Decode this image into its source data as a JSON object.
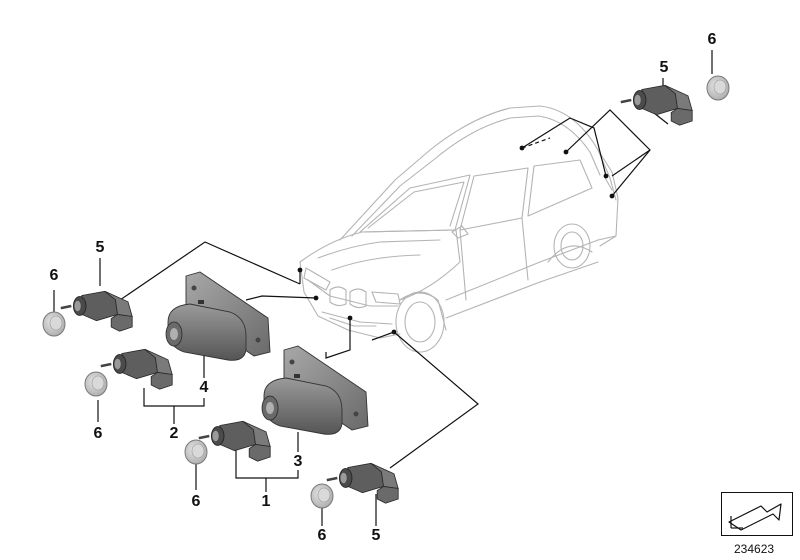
{
  "diagram": {
    "callouts": {
      "c1": "1",
      "c2": "2",
      "c3": "3",
      "c4": "4",
      "c5_top": "5",
      "c6_top": "6",
      "c5_left": "5",
      "c6_left": "6",
      "c6_mid": "6",
      "c6_low": "6",
      "c6_bottom": "6",
      "c5_bottom": "5"
    },
    "reference_number": "234623",
    "icons": {
      "nav": "arrow-icon"
    },
    "colors": {
      "line": "#111111",
      "car_outline": "#b8b8b8",
      "part_dark": "#6e6e6e",
      "part_mid": "#8a8a8a",
      "part_light": "#a9a9a9",
      "cap": "#c8c8c8"
    }
  }
}
